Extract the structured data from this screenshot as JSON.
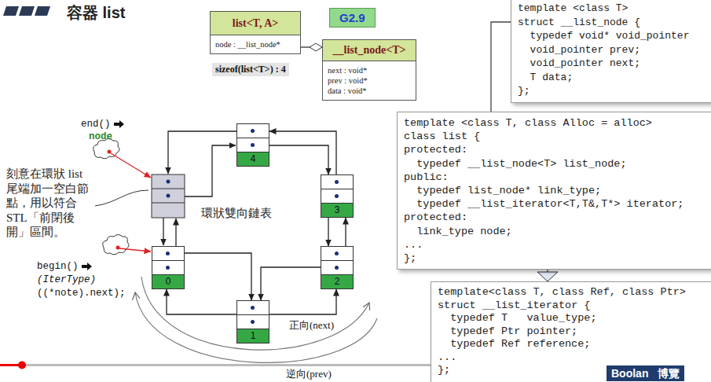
{
  "diagram": {
    "title": "容器 list",
    "nodes": [
      {
        "text": [
          "list<T, A>",
          "node : __list_node*"
        ]
      },
      {
        "text": [
          "G2.9"
        ]
      },
      {
        "text": [
          "__list_node<T>",
          "next : void*",
          "prev : void*",
          "data : void*"
        ]
      },
      {
        "text": [
          "template <class T>",
          "struct __list_node {",
          "typedef void* void_pointer",
          "void_pointer prev;",
          "void_pointer next;",
          "T data;",
          "};"
        ]
      },
      {
        "text": [
          "template <class T, class Alloc = alloc>",
          "class list {",
          "protected:",
          "typedef __list_node<T> list_node;",
          "public:",
          "typedef list_node* link_type;",
          "typedef __list_iterator<T,T&,T*> iterator;",
          "protected:",
          "link_type node;",
          "...",
          "};"
        ]
      },
      {
        "text": [
          "template<class T, class Ref, class Ptr>",
          "struct __list_iterator {",
          "typedef T   value_type;",
          "typedef Ptr pointer;",
          "typedef Ref reference;",
          "...",
          "};"
        ]
      },
      {
        "text": [
          "4"
        ]
      },
      {
        "text": [
          "3"
        ]
      },
      {
        "text": [
          "0"
        ]
      },
      {
        "text": [
          "2"
        ]
      },
      {
        "text": [
          "1"
        ]
      }
    ],
    "edges": [
      {
        "from": 0,
        "to": 2,
        "arrow": "to"
      },
      {
        "from": 3,
        "to": 4,
        "arrow": "none"
      },
      {
        "from": 4,
        "to": 5,
        "arrow": "to"
      },
      {
        "from": 8,
        "to": 10,
        "arrow": "to"
      },
      {
        "from": 10,
        "to": 8,
        "arrow": "to"
      },
      {
        "from": 10,
        "to": 9,
        "arrow": "to"
      },
      {
        "from": 9,
        "to": 10,
        "arrow": "to"
      },
      {
        "from": 9,
        "to": 7,
        "arrow": "to"
      },
      {
        "from": 7,
        "to": 9,
        "arrow": "to"
      },
      {
        "from": 7,
        "to": 6,
        "arrow": "to"
      },
      {
        "from": 6,
        "to": 7,
        "arrow": "to"
      }
    ],
    "labels": [
      "sizeof(list<T>) : 4",
      "end()",
      "node",
      "刻意在環狀 list 尾端加一空白節點，用以符合STL「前閉後開」區間。",
      "begin()",
      "(IterType)",
      "((*note).next);",
      "環狀雙向鏈表",
      "正向(next)",
      "逆向(prev)",
      "Boolan",
      "博覽"
    ]
  }
}
